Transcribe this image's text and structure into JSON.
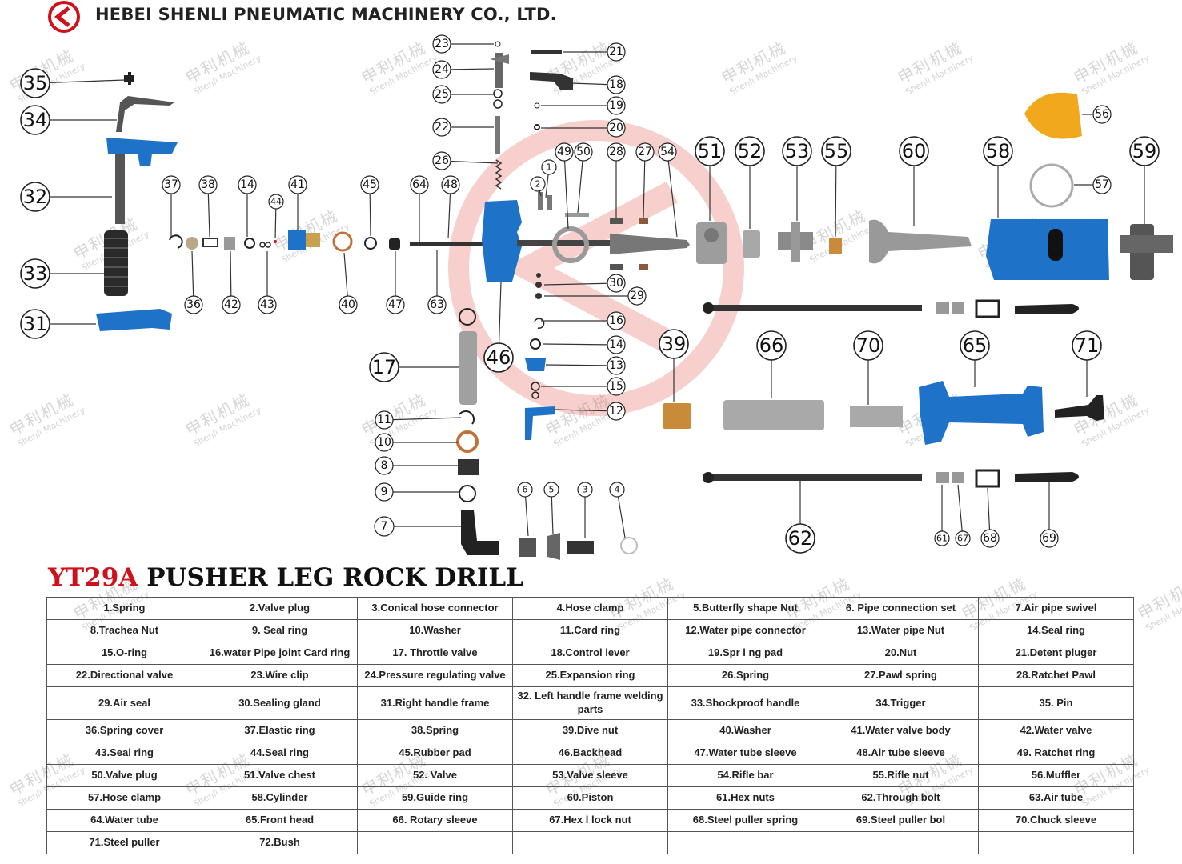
{
  "header": {
    "company": "HEBEI SHENLI PNEUMATIC MACHINERY CO., LTD.",
    "brand_color": "#d0101b"
  },
  "watermark": {
    "cn": "申利机械",
    "en": "Shenli Machinery"
  },
  "diagram": {
    "part_color": "#1e73c8",
    "callouts": [
      "1",
      "2",
      "3",
      "4",
      "5",
      "6",
      "7",
      "8",
      "9",
      "10",
      "11",
      "12",
      "13",
      "14",
      "14",
      "15",
      "16",
      "17",
      "18",
      "19",
      "20",
      "21",
      "22",
      "23",
      "24",
      "25",
      "26",
      "27",
      "28",
      "29",
      "30",
      "31",
      "32",
      "33",
      "34",
      "35",
      "36",
      "37",
      "38",
      "39",
      "40",
      "41",
      "42",
      "43",
      "44",
      "45",
      "46",
      "47",
      "48",
      "49",
      "50",
      "51",
      "52",
      "53",
      "54",
      "55",
      "56",
      "57",
      "58",
      "59",
      "60",
      "61",
      "62",
      "63",
      "64",
      "65",
      "66",
      "67",
      "68",
      "69",
      "70",
      "71"
    ]
  },
  "product": {
    "code": "YT29A",
    "name": "PUSHER LEG ROCK DRILL"
  },
  "parts_table": {
    "rows": [
      [
        "1.Spring",
        "2.Valve plug",
        "3.Conical hose connector",
        "4.Hose clamp",
        "5.Butterfly shape Nut",
        "6. Pipe connection set",
        "7.Air pipe swivel"
      ],
      [
        "8.Trachea Nut",
        "9. Seal ring",
        "10.Washer",
        "11.Card ring",
        "12.Water pipe connector",
        "13.Water pipe Nut",
        "14.Seal ring"
      ],
      [
        "15.O-ring",
        "16.water Pipe joint Card ring",
        "17.  Throttle valve",
        "18.Control lever",
        "19.Spr i ng pad",
        "20.Nut",
        "21.Detent pluger"
      ],
      [
        "22.Directional valve",
        "23.Wire clip",
        "24.Pressure regulating valve",
        "25.Expansion ring",
        "26.Spring",
        "27.Pawl spring",
        "28.Ratchet Pawl"
      ],
      [
        "29.Air seal",
        "30.Sealing gland",
        "31.Right handle frame",
        "32. Left handle frame welding parts",
        "33.Shockproof handle",
        "34.Trigger",
        "35. Pin"
      ],
      [
        "36.Spring cover",
        "37.Elastic ring",
        "38.Spring",
        "39.Dive nut",
        "40.Washer",
        "41.Water valve body",
        "42.Water valve"
      ],
      [
        "43.Seal ring",
        "44.Seal ring",
        "45.Rubber pad",
        "46.Backhead",
        "47.Water tube sleeve",
        "48.Air tube sleeve",
        "49. Ratchet ring"
      ],
      [
        "50.Valve plug",
        "51.Valve chest",
        "52. Valve",
        "53.Valve sleeve",
        "54.Rifle bar",
        "55.Rifle nut",
        "56.Muffler"
      ],
      [
        "57.Hose clamp",
        "58.Cylinder",
        "59.Guide ring",
        "60.Piston",
        "61.Hex nuts",
        "62.Through bolt",
        "63.Air tube"
      ],
      [
        "64.Water tube",
        "65.Front head",
        "66. Rotary sleeve",
        "67.Hex  l lock nut",
        "68.Steel puller spring",
        "69.Steel puller bol",
        "70.Chuck sleeve"
      ],
      [
        "71.Steel puller",
        "72.Bush",
        "",
        "",
        "",
        "",
        ""
      ]
    ]
  }
}
